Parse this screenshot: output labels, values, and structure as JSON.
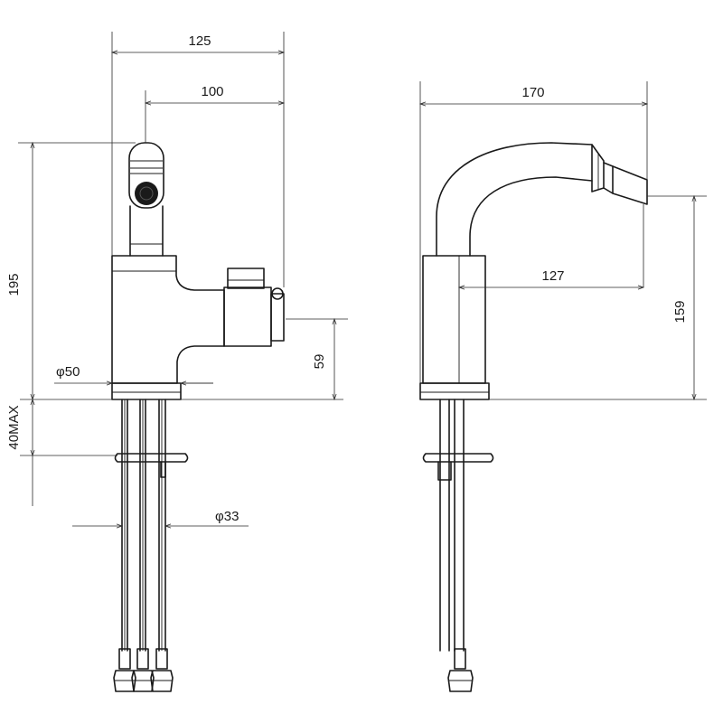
{
  "dimensions": {
    "front_width_total": "125",
    "front_spout_reach": "100",
    "front_height": "195",
    "front_base_diameter": "φ50",
    "front_lever_height": "59",
    "front_deck_thickness": "40MAX",
    "front_shank_diameter": "φ33",
    "side_width_total": "170",
    "side_spout_reach": "127",
    "side_outlet_height": "159"
  }
}
